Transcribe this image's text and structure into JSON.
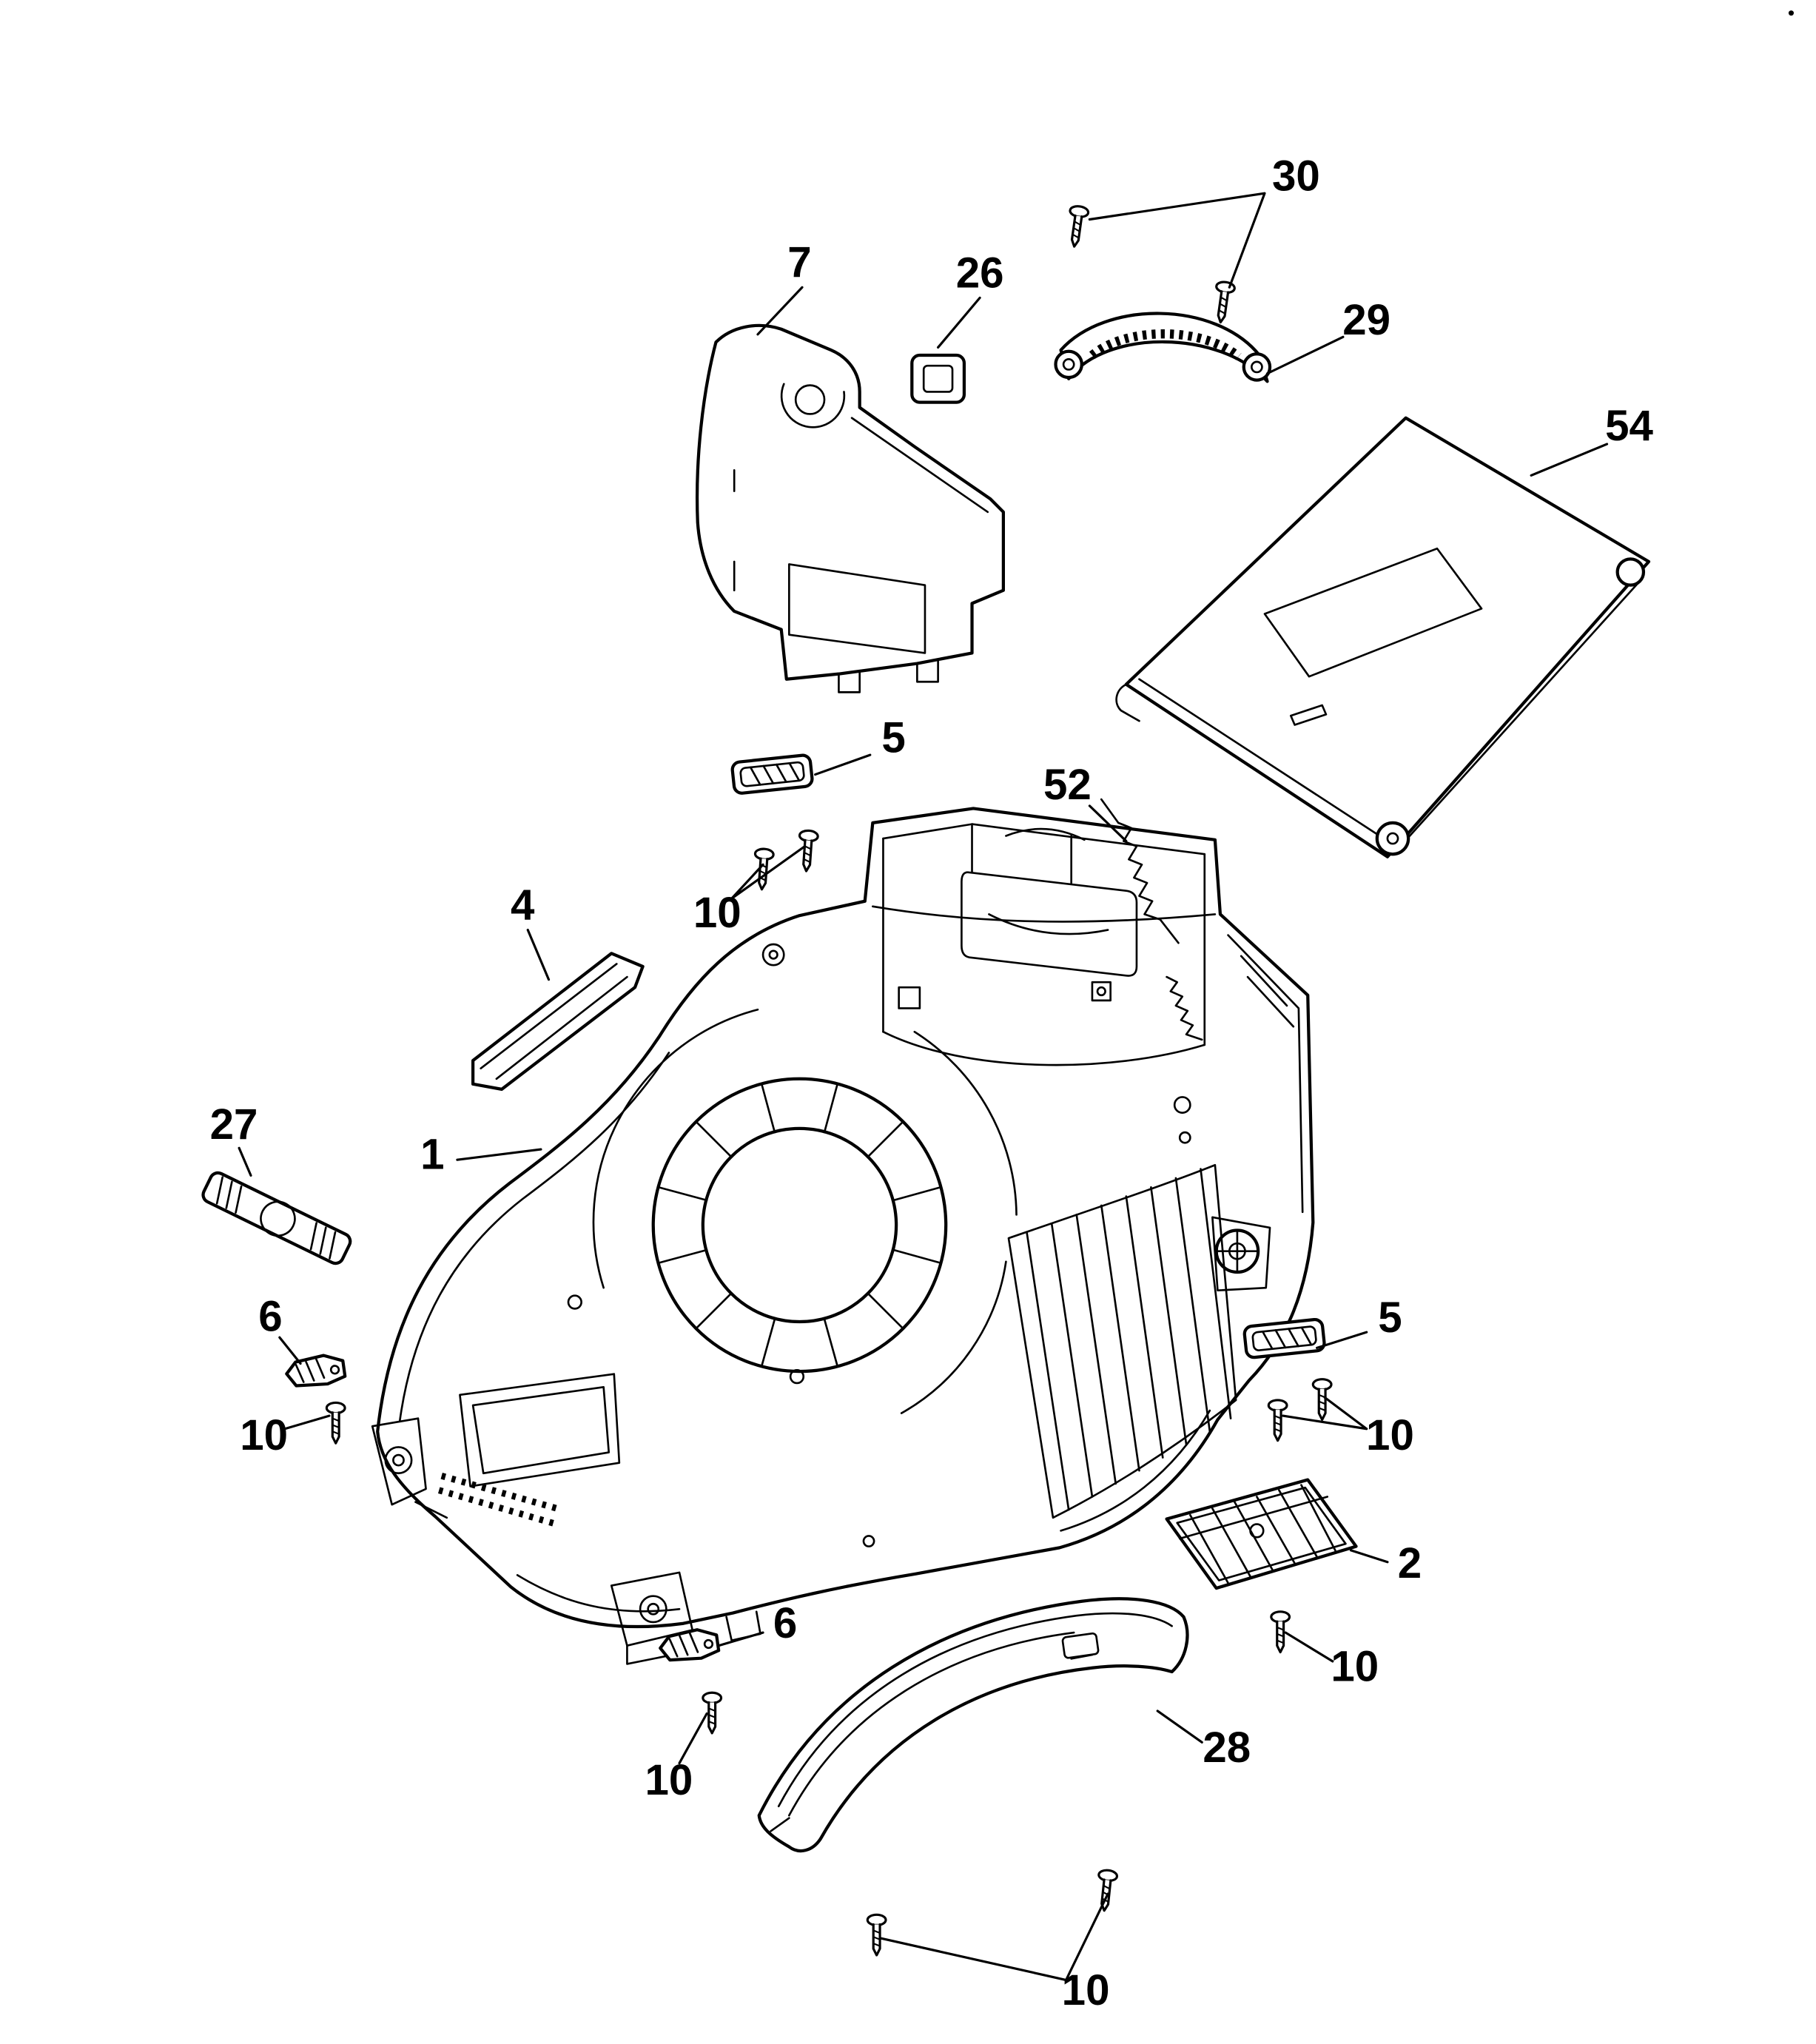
{
  "diagram": {
    "type": "exploded-parts-diagram",
    "background": "#ffffff",
    "line_color": "#000000",
    "callouts": [
      {
        "label": "30"
      },
      {
        "label": "7"
      },
      {
        "label": "26"
      },
      {
        "label": "29"
      },
      {
        "label": "54"
      },
      {
        "label": "5"
      },
      {
        "label": "52"
      },
      {
        "label": "4"
      },
      {
        "label": "10"
      },
      {
        "label": "27"
      },
      {
        "label": "1"
      },
      {
        "label": "6"
      },
      {
        "label": "5"
      },
      {
        "label": "10"
      },
      {
        "label": "10"
      },
      {
        "label": "2"
      },
      {
        "label": "6"
      },
      {
        "label": "10"
      },
      {
        "label": "10"
      },
      {
        "label": "28"
      },
      {
        "label": "10"
      }
    ]
  }
}
